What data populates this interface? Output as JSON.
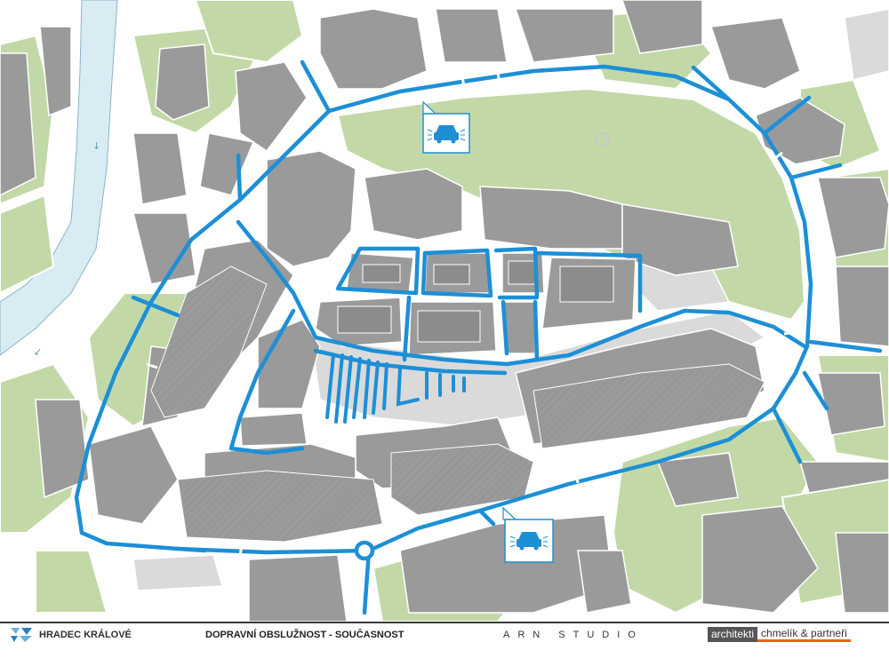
{
  "footer": {
    "city": "HRADEC KRÁLOVÉ",
    "title": "DOPRAVNÍ OBSLUŽNOST - SOUČASNOST",
    "studio": "ARN STUDIO",
    "partner_part1": "architekti",
    "partner_part2": "chmelík & partneři"
  },
  "map": {
    "parking_markers": [
      {
        "id": "parking-north",
        "icon": "car-icon"
      },
      {
        "id": "parking-south",
        "icon": "car-icon"
      }
    ],
    "river_arrows": [
      "↓",
      "↓"
    ],
    "colors": {
      "background": "#ffffff",
      "green_area": "#c2d9a7",
      "building": "#9a9a9a",
      "plaza": "#dadada",
      "river": "#d9ecf3",
      "road_line": "#1d8fd6",
      "partner_accent": "#e8621a"
    }
  }
}
